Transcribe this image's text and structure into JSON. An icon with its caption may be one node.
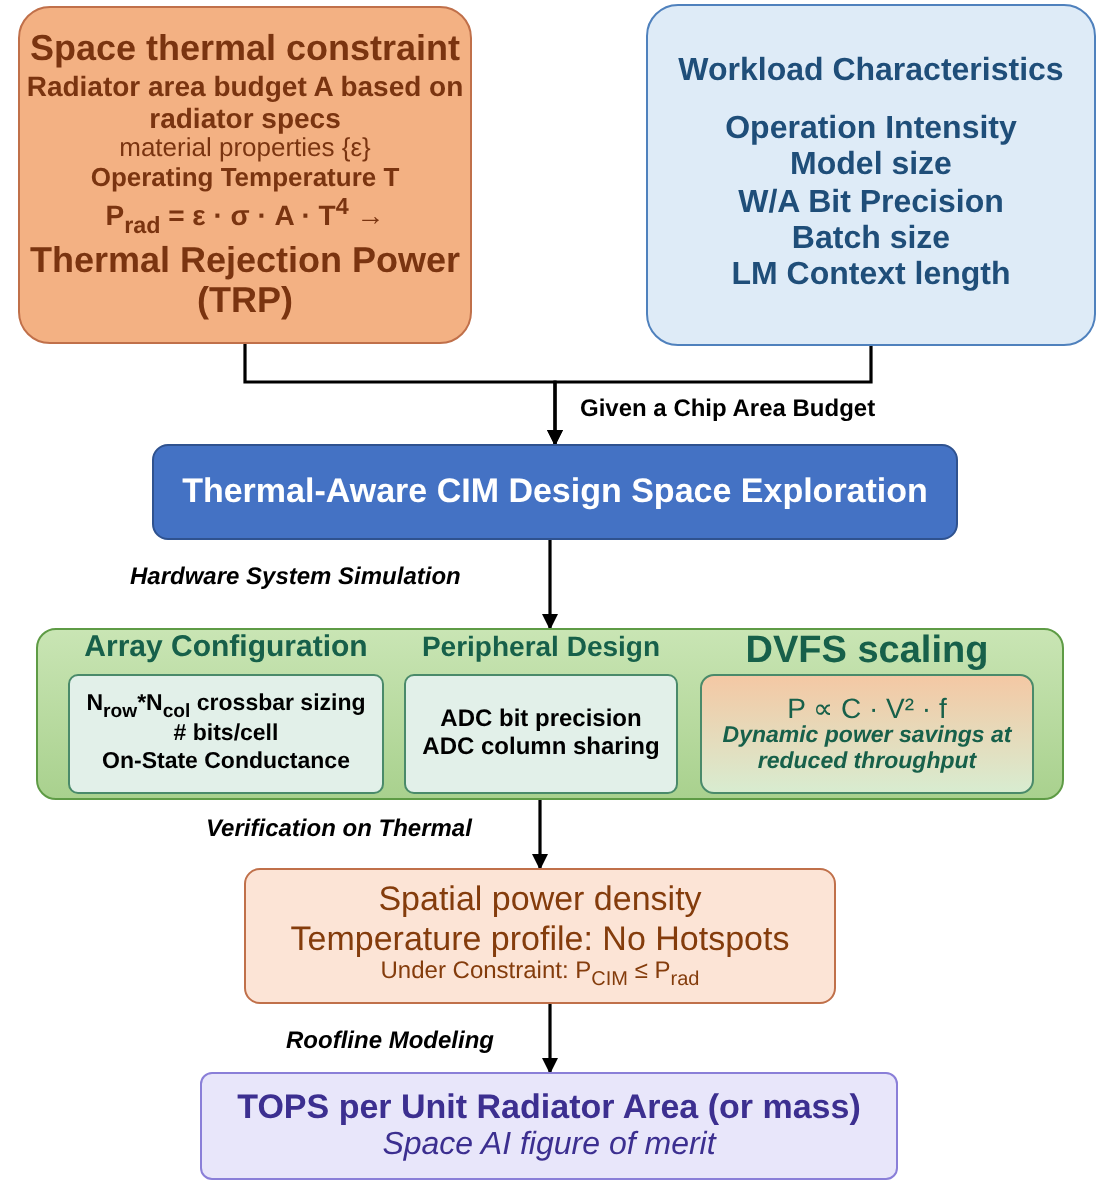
{
  "diagram": {
    "nodes": [
      {
        "text": [
          "Space thermal constraint",
          "Radiator area budget A based on radiator specs",
          "material properties {ε}",
          "Operating Temperature T",
          "P$_{rad}$ = ε · σ · A · T$^{4}$ →",
          "Thermal Rejection Power (TRP)"
        ]
      },
      {
        "text": [
          "Workload Characteristics",
          "Operation Intensity",
          "Model size",
          "W/A Bit Precision",
          "Batch size",
          "LM Context length"
        ]
      },
      {
        "text": [
          "Thermal-Aware CIM Design Space Exploration"
        ]
      },
      {
        "text": [],
        "shape": "box"
      },
      {
        "text": [
          "Array Configuration",
          "N$_{row}$*N$_{col}$ crossbar sizing",
          "# bits/cell",
          "On-State Conductance"
        ],
        "in": 3
      },
      {
        "text": [
          "Peripheral Design",
          "ADC bit precision",
          "ADC column sharing"
        ],
        "in": 3
      },
      {
        "text": [
          "DVFS scaling",
          "P ∝ C · V² · f",
          "Dynamic power savings at reduced throughput"
        ],
        "in": 3
      },
      {
        "text": [
          "Spatial power density",
          "Temperature profile: No Hotspots",
          "Under Constraint: P$_{CIM}$ ≤ P$_{rad}$"
        ]
      },
      {
        "text": [
          "TOPS per Unit Radiator Area (or mass)",
          "Space AI figure of merit"
        ]
      }
    ],
    "edges": [
      {
        "from": 0,
        "to": 2,
        "arrow": "to",
        "label": "Given a Chip Area Budget"
      },
      {
        "from": 1,
        "to": 2,
        "arrow": "to"
      },
      {
        "from": 2,
        "to": 3,
        "arrow": "to",
        "label": "Hardware System Simulation"
      },
      {
        "from": 3,
        "to": 7,
        "arrow": "to",
        "label": "Verification on Thermal"
      },
      {
        "from": 7,
        "to": 8,
        "arrow": "to",
        "label": "Roofline Modeling"
      }
    ]
  }
}
